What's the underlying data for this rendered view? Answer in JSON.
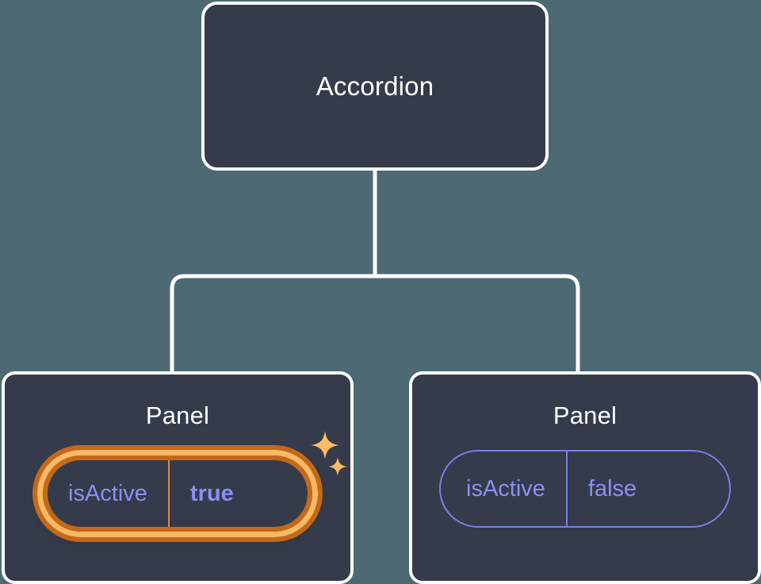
{
  "theme": {
    "background": "#4d6a74",
    "node_fill": "#353b4a",
    "node_border": "#ffffff",
    "connector": "#ffffff",
    "prop_text": "#8b8ff5",
    "prop_border": "#7b7fe8",
    "highlight_ring": "#f9b963",
    "highlight_halo": "#c4691a",
    "sparkle": "#fcbc64"
  },
  "tree": {
    "root": {
      "label": "Accordion"
    },
    "children": [
      {
        "label": "Panel",
        "highlighted": true,
        "prop": {
          "name": "isActive",
          "value": "true"
        },
        "sparkles": [
          "sparkle-large-icon",
          "sparkle-small-icon"
        ]
      },
      {
        "label": "Panel",
        "highlighted": false,
        "prop": {
          "name": "isActive",
          "value": "false"
        }
      }
    ]
  }
}
